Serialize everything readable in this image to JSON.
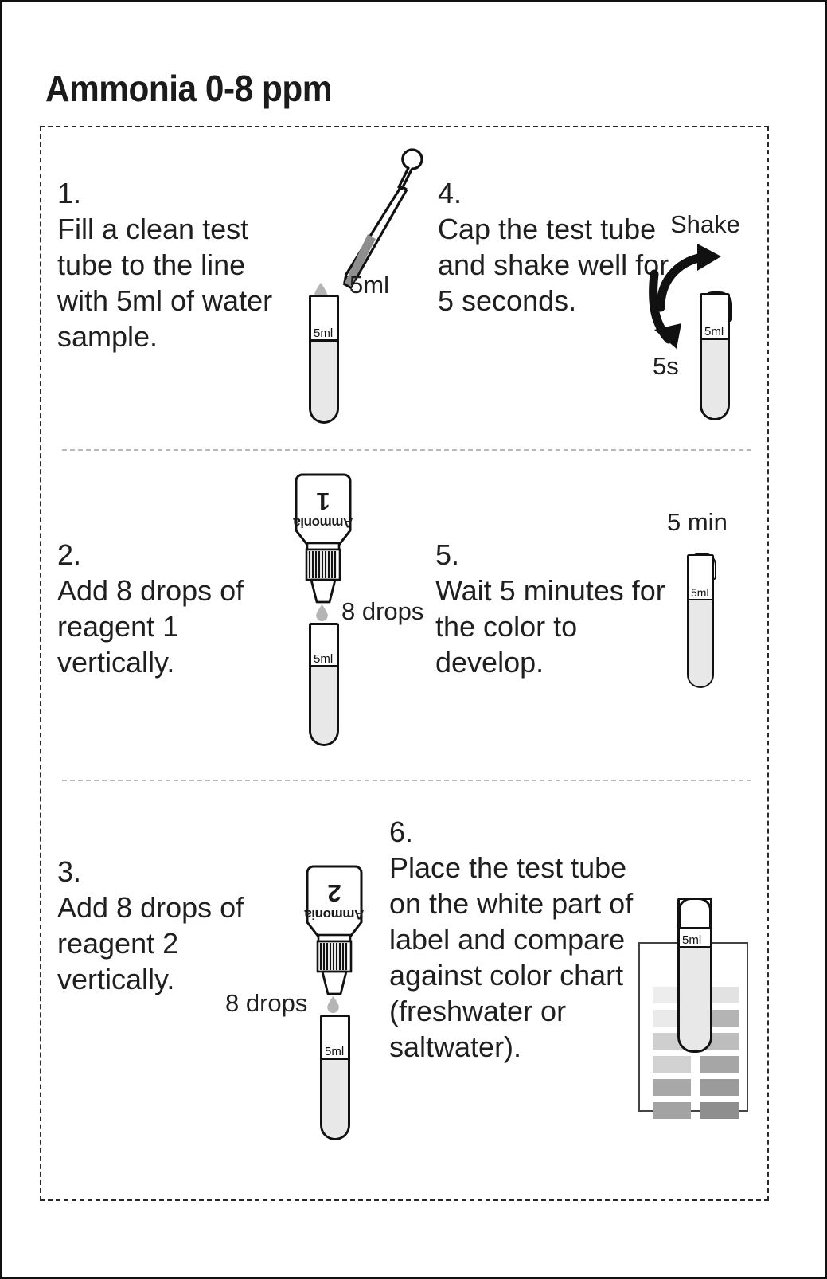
{
  "title": "Ammonia 0-8 ppm",
  "steps": [
    {
      "number": "1.",
      "text": "Fill a clean test tube to the line with 5ml of water sample."
    },
    {
      "number": "2.",
      "text": "Add 8 drops of reagent 1 vertically."
    },
    {
      "number": "3.",
      "text": "Add 8 drops of reagent 2 vertically."
    },
    {
      "number": "4.",
      "text": "Cap the test tube and shake well for 5 seconds."
    },
    {
      "number": "5.",
      "text": "Wait 5 minutes for the color to develop."
    },
    {
      "number": "6.",
      "text": "Place the test tube on the white part of label and compare against color chart (freshwater or saltwater)."
    }
  ],
  "labels": {
    "volume_pipette": "5ml",
    "drops_reagent1": "8 drops",
    "drops_reagent2": "8 drops",
    "shake": "Shake",
    "shake_duration": "5s",
    "wait_time": "5 min",
    "tube_mark": "5ml"
  },
  "reagents": [
    {
      "name": "Ammonia",
      "number": "1"
    },
    {
      "name": "Ammonia",
      "number": "2"
    }
  ],
  "color_chart": {
    "columns": 2,
    "rows": 6,
    "freshwater_swatches": [
      "#ededed",
      "#eaeaea",
      "#cfcfcf",
      "#d2d2d2",
      "#a8a8a8",
      "#a3a3a3"
    ],
    "saltwater_swatches": [
      "#e2e2e2",
      "#b4b4b4",
      "#bdbdbd",
      "#a6a6a6",
      "#9b9b9b",
      "#8e8e8e"
    ]
  },
  "colors": {
    "ink": "#1b1b1b",
    "liquid": "#e8e8e8",
    "frame_dash": "#2a2a2a",
    "divider_dash": "#b9b9b9"
  }
}
